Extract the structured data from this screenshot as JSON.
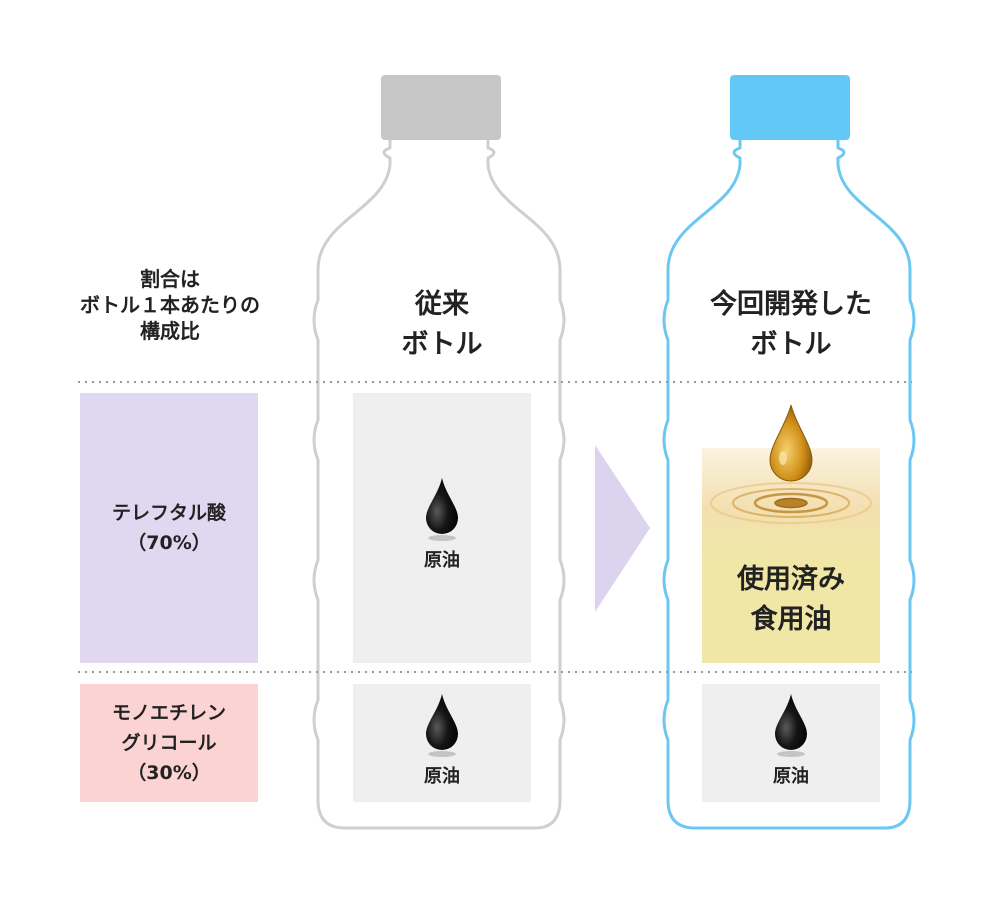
{
  "colors": {
    "terephthalic": "#e0d8f0",
    "glycol": "#fbd3d3",
    "oil_box": "#efefef",
    "used_oil_box": "#f0e6a6",
    "bottle_conventional": "#cfcfcf",
    "cap_conventional": "#c6c6c6",
    "bottle_new": "#6cc7f2",
    "cap_new": "#62c8f5",
    "arrow": "#dcd3ee",
    "crude_drop": "#111111",
    "used_oil_drop": "#d49a1c"
  },
  "legend_header": {
    "lines": [
      "割合は",
      "ボトル１本あたりの",
      "構成比"
    ]
  },
  "left_components": [
    {
      "name_lines": [
        "テレフタル酸",
        "（70%）"
      ]
    },
    {
      "name_lines": [
        "モノエチレン",
        "グリコール",
        "（30%）"
      ]
    }
  ],
  "ratio": {
    "terephthalic_percent": 70,
    "glycol_percent": 30
  },
  "conventional_bottle": {
    "title_lines": [
      "従来",
      "ボトル"
    ],
    "upper_source": {
      "label": "原油",
      "icon": "crude-oil-drop-icon"
    },
    "lower_source": {
      "label": "原油",
      "icon": "crude-oil-drop-icon"
    }
  },
  "new_bottle": {
    "title_lines": [
      "今回開発した",
      "ボトル"
    ],
    "upper_source": {
      "label_lines": [
        "使用済み",
        "食用油"
      ],
      "icon": "cooking-oil-drop-icon"
    },
    "lower_source": {
      "label": "原油",
      "icon": "crude-oil-drop-icon"
    }
  }
}
